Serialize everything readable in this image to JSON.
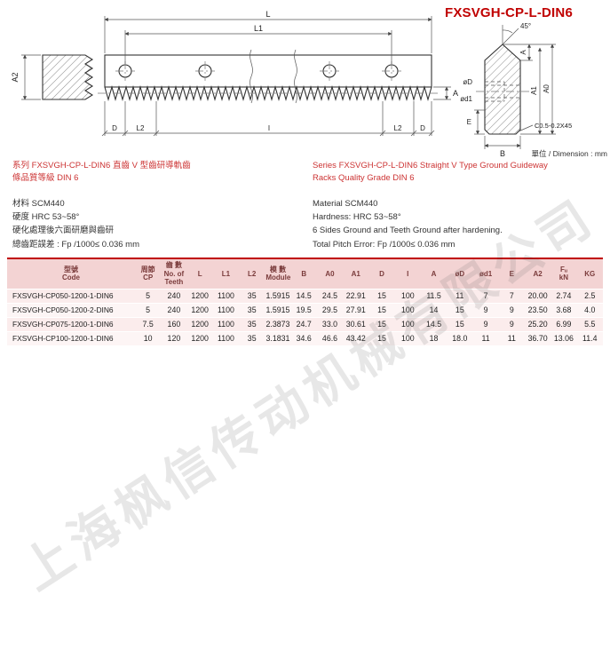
{
  "page": {
    "title": "FXSVGH-CP-L-DIN6",
    "watermark": "上海枫信传动机械有限公司",
    "unit_note": "單位 / Dimension : mm"
  },
  "drawing": {
    "labels": {
      "L": "L",
      "L1": "L1",
      "L2_left": "L2",
      "L2_right": "L2",
      "I": "I",
      "D_left": "D",
      "D_right": "D",
      "A_side": "A",
      "A2": "A2",
      "angle_45": "45°",
      "oD": "øD",
      "od1": "ød1",
      "A_section": "A",
      "A1": "A1",
      "A0": "A0",
      "E": "E",
      "B": "B",
      "chamfer": "C0.5-0.2X45"
    }
  },
  "description": {
    "zh_series_line1": "系列 FXSVGH-CP-L-DIN6 直齒 V 型齒研導軌齒",
    "zh_series_line2": "條品質等級 DIN 6",
    "en_series_line1": "Series FXSVGH-CP-L-DIN6 Straight V Type Ground Guideway",
    "en_series_line2": "Racks Quality Grade DIN 6",
    "zh_specs": [
      "材料  SCM440",
      "硬度  HRC 53~58°",
      "硬化處理後六面研磨與齒研",
      "總齒距誤差 : Fp /1000≤ 0.036 mm"
    ],
    "en_specs": [
      "Material SCM440",
      "Hardness: HRC 53~58°",
      "6 Sides Ground and Teeth Ground after hardening.",
      "Total Pitch Error: Fp /1000≤ 0.036 mm"
    ]
  },
  "table": {
    "headers": [
      {
        "line1": "型號",
        "line2": "Code"
      },
      {
        "line1": "周節",
        "line2": "CP"
      },
      {
        "line1": "齒 數",
        "line2": "No. of Teeth"
      },
      {
        "line1": "L",
        "line2": ""
      },
      {
        "line1": "L1",
        "line2": ""
      },
      {
        "line1": "L2",
        "line2": ""
      },
      {
        "line1": "模 數",
        "line2": "Module"
      },
      {
        "line1": "B",
        "line2": ""
      },
      {
        "line1": "A0",
        "line2": ""
      },
      {
        "line1": "A1",
        "line2": ""
      },
      {
        "line1": "D",
        "line2": ""
      },
      {
        "line1": "I",
        "line2": ""
      },
      {
        "line1": "A",
        "line2": ""
      },
      {
        "line1": "øD",
        "line2": ""
      },
      {
        "line1": "ød1",
        "line2": ""
      },
      {
        "line1": "E",
        "line2": ""
      },
      {
        "line1": "A2",
        "line2": ""
      },
      {
        "line1": "Fᵤ",
        "line2": "kN"
      },
      {
        "line1": "KG",
        "line2": ""
      }
    ],
    "rows": [
      [
        "FXSVGH-CP050-1200-1-DIN6",
        "5",
        "240",
        "1200",
        "1100",
        "35",
        "1.5915",
        "14.5",
        "24.5",
        "22.91",
        "15",
        "100",
        "11.5",
        "11",
        "7",
        "7",
        "20.00",
        "2.74",
        "2.5"
      ],
      [
        "FXSVGH-CP050-1200-2-DIN6",
        "5",
        "240",
        "1200",
        "1100",
        "35",
        "1.5915",
        "19.5",
        "29.5",
        "27.91",
        "15",
        "100",
        "14",
        "15",
        "9",
        "9",
        "23.50",
        "3.68",
        "4.0"
      ],
      [
        "FXSVGH-CP075-1200-1-DIN6",
        "7.5",
        "160",
        "1200",
        "1100",
        "35",
        "2.3873",
        "24.7",
        "33.0",
        "30.61",
        "15",
        "100",
        "14.5",
        "15",
        "9",
        "9",
        "25.20",
        "6.99",
        "5.5"
      ],
      [
        "FXSVGH-CP100-1200-1-DIN6",
        "10",
        "120",
        "1200",
        "1100",
        "35",
        "3.1831",
        "34.6",
        "46.6",
        "43.42",
        "15",
        "100",
        "18",
        "18.0",
        "11",
        "11",
        "36.70",
        "13.06",
        "11.4"
      ]
    ]
  }
}
